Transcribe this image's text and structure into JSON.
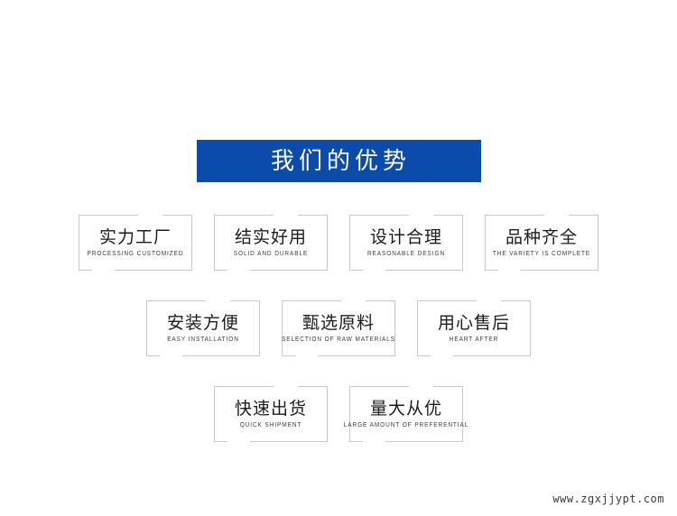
{
  "banner": {
    "title": "我们的优势",
    "background_color": "#0a4bac",
    "text_color": "#ffffff"
  },
  "theme": {
    "page_background": "#ffffff",
    "card_border_color": "#c9c9c9",
    "cn_text_color": "#1c1c1c",
    "en_text_color": "#3d3d3d"
  },
  "features": {
    "rows": [
      {
        "cards": [
          {
            "cn": "实力工厂",
            "en": "PROCESSING CUSTOMIZED"
          },
          {
            "cn": "结实好用",
            "en": "SOLID AND DURABLE"
          },
          {
            "cn": "设计合理",
            "en": "REASONABLE DESIGN"
          },
          {
            "cn": "品种齐全",
            "en": "THE VARIETY IS COMPLETE"
          }
        ]
      },
      {
        "cards": [
          {
            "cn": "安装方便",
            "en": "EASY INSTALLATION"
          },
          {
            "cn": "甄选原料",
            "en": "SELECTION OF RAW MATERIALS"
          },
          {
            "cn": "用心售后",
            "en": "HEART AFTER"
          }
        ]
      },
      {
        "cards": [
          {
            "cn": "快速出货",
            "en": "QUICK SHIPMENT"
          },
          {
            "cn": "量大从优",
            "en": "LARGE AMOUNT OF PREFERENTIAL"
          }
        ]
      }
    ]
  },
  "watermark": {
    "text": "www.zgxjjypt.com"
  }
}
